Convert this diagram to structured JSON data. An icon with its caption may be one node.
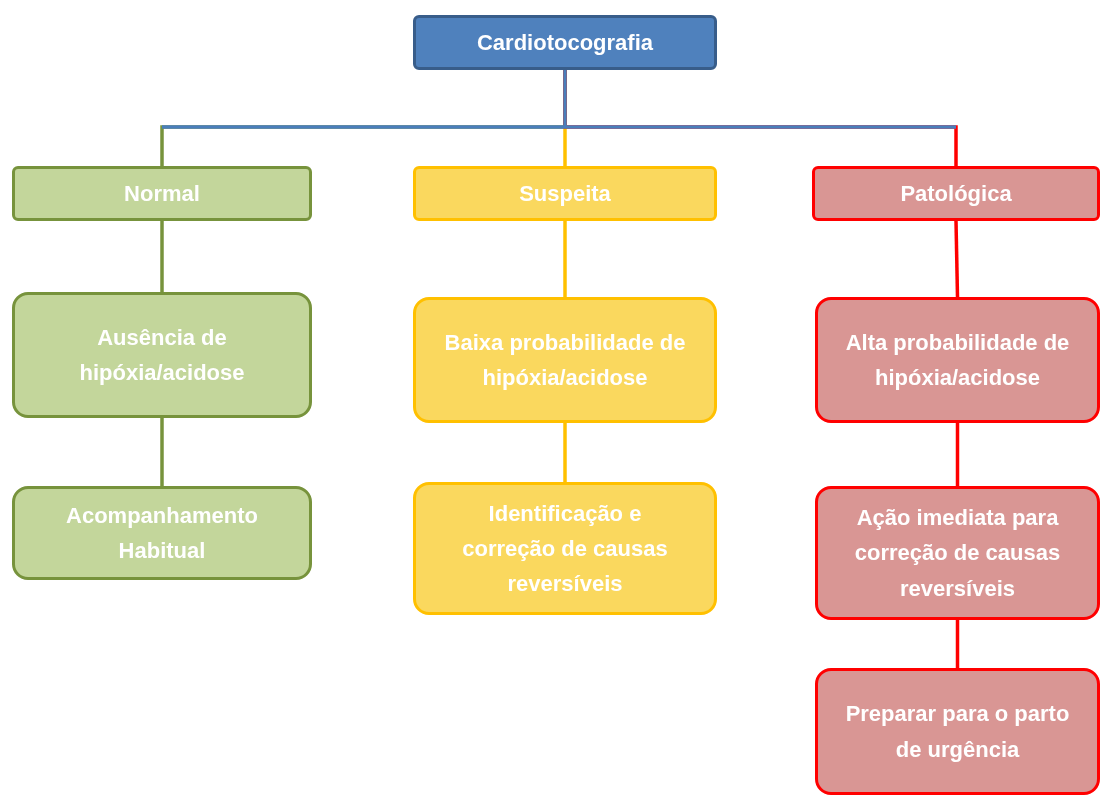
{
  "diagram": {
    "nodes": [
      {
        "text": [
          "Cardiotocografia"
        ]
      },
      {
        "text": [
          "Normal"
        ]
      },
      {
        "text": [
          "Suspeita"
        ]
      },
      {
        "text": [
          "Patológica"
        ]
      },
      {
        "text": [
          "Ausência de hipóxia/acidose"
        ]
      },
      {
        "text": [
          "Baixa probabilidade de hipóxia/acidose"
        ]
      },
      {
        "text": [
          "Alta probabilidade de hipóxia/acidose"
        ]
      },
      {
        "text": [
          "Acompanhamento Habitual"
        ]
      },
      {
        "text": [
          "Identificação e correção de causas reversíveis"
        ]
      },
      {
        "text": [
          "Ação imediata para correção de causas reversíveis"
        ]
      },
      {
        "text": [
          "Preparar para o parto de urgência"
        ]
      }
    ],
    "edges": [
      {
        "from": 0,
        "to": 1,
        "arrow": "none",
        "color": "#77933c"
      },
      {
        "from": 0,
        "to": 2,
        "arrow": "none",
        "color": "#ffc000"
      },
      {
        "from": 0,
        "to": 3,
        "arrow": "none",
        "color": "#ff0000"
      },
      {
        "from": 1,
        "to": 4,
        "arrow": "none",
        "color": "#77933c"
      },
      {
        "from": 4,
        "to": 7,
        "arrow": "none",
        "color": "#77933c"
      },
      {
        "from": 2,
        "to": 5,
        "arrow": "none",
        "color": "#ffc000"
      },
      {
        "from": 5,
        "to": 8,
        "arrow": "none",
        "color": "#ffc000"
      },
      {
        "from": 3,
        "to": 6,
        "arrow": "none",
        "color": "#ff0000"
      },
      {
        "from": 6,
        "to": 9,
        "arrow": "none",
        "color": "#ff0000"
      },
      {
        "from": 9,
        "to": 10,
        "arrow": "none",
        "color": "#ff0000"
      }
    ]
  }
}
